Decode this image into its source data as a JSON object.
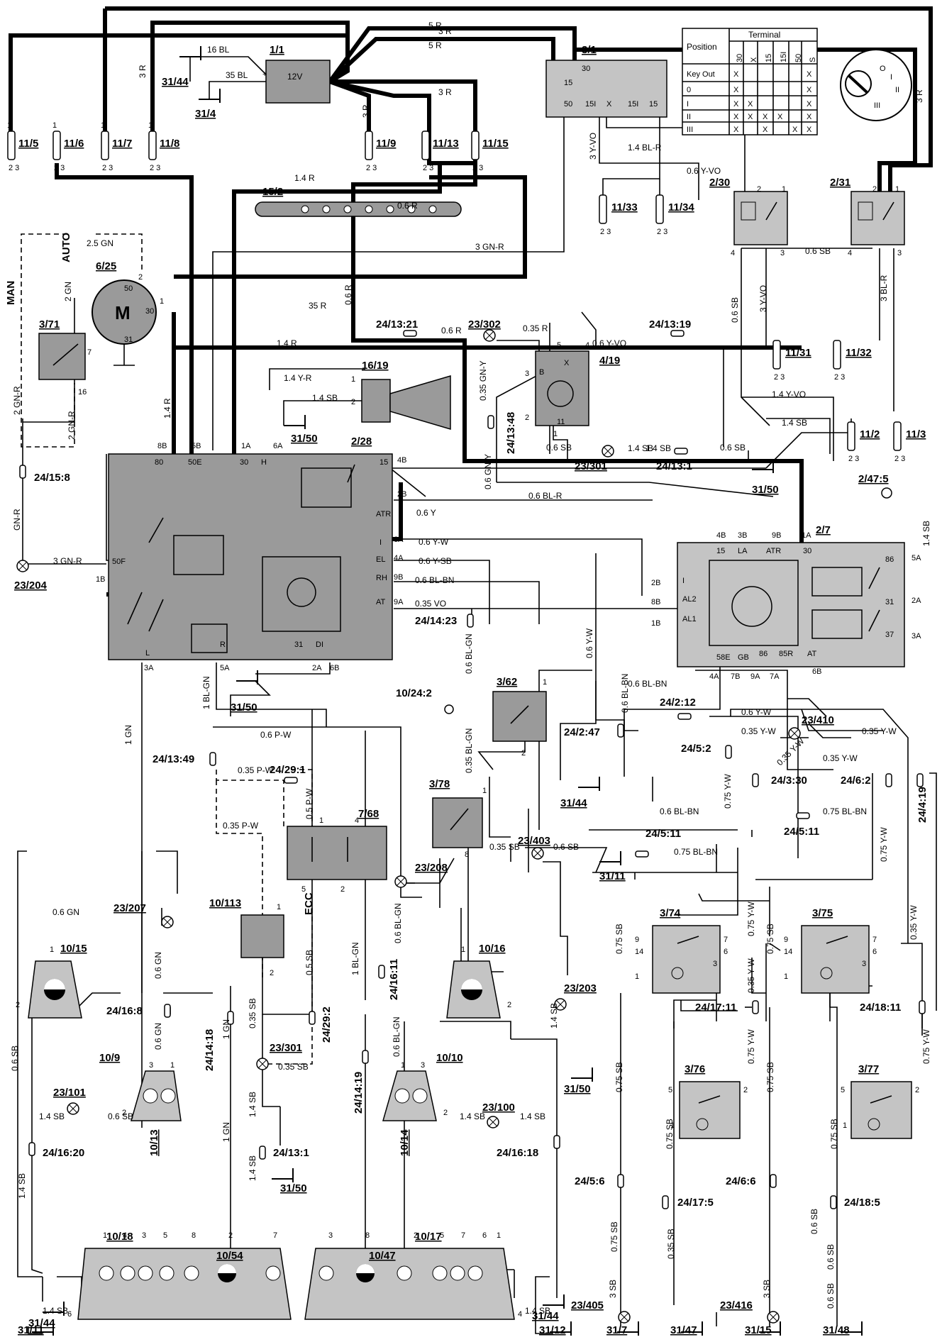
{
  "fuses": [
    "11/5",
    "11/6",
    "11/7",
    "11/8",
    "11/9",
    "11/13",
    "11/15",
    "11/33",
    "11/34",
    "11/31",
    "11/32",
    "11/2",
    "11/3"
  ],
  "components": {
    "battery": "1/1",
    "ignition_switch": "3/1",
    "starter_motor": "6/25",
    "switch_3_71": "3/71",
    "relay_2_30": "2/30",
    "relay_2_31": "2/31",
    "bus_15_2": "15/2",
    "horn": "16/19",
    "module_2_28": "2/28",
    "module_2_7": "2/7",
    "sensor_4_19": "4/19",
    "switch_3_62": "3/62",
    "switch_3_78": "3/78",
    "light_7_68": "7/68",
    "light_10_113": "10/113",
    "lamp_10_15": "10/15",
    "lamp_10_16": "10/16",
    "lamp_10_9": "10/9",
    "lamp_10_10": "10/10",
    "lamp_10_13": "10/13",
    "lamp_10_14": "10/14",
    "switch_3_74": "3/74",
    "switch_3_75": "3/75",
    "switch_3_76": "3/76",
    "switch_3_77": "3/77",
    "cluster_10_18": "10/18",
    "cluster_10_17": "10/17",
    "indicator_10_54": "10/54",
    "indicator_10_47": "10/47",
    "connector_2_47_5": "2/47:5"
  },
  "grounds": {
    "g31_44a": "31/44",
    "g31_4": "31/4",
    "g31_50a": "31/50",
    "g31_50b": "31/50",
    "g31_50c": "31/50",
    "g31_50d": "31/50",
    "g31_50e": "31/50",
    "g31_44b": "31/44",
    "g31_11a": "31/11",
    "g31_44c": "31/44",
    "g31_44d": "31/44",
    "g31_11b": "31/11",
    "g31_12": "31/12",
    "g31_7": "31/7",
    "g31_47": "31/47",
    "g31_15": "31/15",
    "g31_48": "31/48"
  },
  "splices": {
    "s23_302": "23/302",
    "s23_301a": "23/301",
    "s23_204": "23/204",
    "s23_410": "23/410",
    "s23_403": "23/403",
    "s23_208": "23/208",
    "s23_207": "23/207",
    "s23_203": "23/203",
    "s23_101": "23/101",
    "s23_301b": "23/301",
    "s23_100": "23/100",
    "s23_405": "23/405",
    "s23_416": "23/416"
  },
  "connectors": {
    "c24_13_21": "24/13:21",
    "c24_13_19": "24/13:19",
    "c24_13_48": "24/13:48",
    "c24_13_1a": "24/13:1",
    "c24_15_8": "24/15:8",
    "c24_14_23": "24/14:23",
    "c10_24_2": "10/24:2",
    "c24_2_12": "24/2:12",
    "c24_2_47": "24/2:47",
    "c24_5_2": "24/5:2",
    "c24_3_30": "24/3:30",
    "c24_6_2": "24/6:2",
    "c24_4_19": "24/4:19",
    "c24_5_11a": "24/5:11",
    "c24_5_11b": "24/5:11",
    "c24_13_49": "24/13:49",
    "c24_29_1": "24/29:1",
    "c24_29_2": "24/29:2",
    "c24_16_11": "24/16:11",
    "c24_16_8": "24/16:8",
    "c24_14_18": "24/14:18",
    "c24_14_19": "24/14:19",
    "c24_13_1b": "24/13:1",
    "c24_16_20": "24/16:20",
    "c24_16_18": "24/16:18",
    "c24_17_11": "24/17:11",
    "c24_18_11": "24/18:11",
    "c24_5_6": "24/5:6",
    "c24_6_6": "24/6:6",
    "c24_17_5": "24/17:5",
    "c24_18_5": "24/18:5"
  },
  "wire_labels": {
    "w16bl": "16 BL",
    "w35bl": "35 BL",
    "w3r_a": "3 R",
    "w3r_b": "3 R",
    "w3r_c": "3 R",
    "w3r_d": "3 R",
    "w3r_e": "3 R",
    "w5r_a": "5 R",
    "w5r_b": "5 R",
    "w14r_a": "1.4 R",
    "w14r_b": "1.4 R",
    "w14r_c": "1.4 R",
    "w06r_a": "0.6 R",
    "w06r_b": "0.6 R",
    "w06r_c": "0.6 R",
    "w3gnr": "3 GN-R",
    "w35r": "35 R",
    "w25gn": "2.5 GN",
    "w2gn": "2 GN",
    "w2gnr_a": "2 GN-R",
    "w2gnr_b": "2 GN-R",
    "wgnr_a": "GN-R",
    "wgnr_b": "3   GN-R",
    "w3yvo_a": "3 Y-VO",
    "w14blr": "1.4 BL-R",
    "w06yvo_a": "0.6 Y-VO",
    "w06yvo_b": "0.6 Y-VO",
    "w06sb_a": "0.6 SB",
    "w06sb_b": "0.6 SB",
    "w06sb_c": "0.6 SB",
    "w3yvo_b": "3 Y-VO",
    "w3blr": "3 BL-R",
    "w14yvo": "1.4 Y-VO",
    "w14sb_a": "1.4 SB",
    "w14sb_b": "1.4 SB",
    "w14sb_c": "1.4 SB",
    "w14sb_d": "1.4 SB",
    "w14yr": "1.4 Y-R",
    "w14sb_e": "1.4 SB",
    "w035r": "0.35 R",
    "w035gny": "0.35 GN-Y",
    "w06gny": "0.6 GN-Y",
    "w06sb_d": "0.6 SB",
    "w06blr": "0.6 BL-R",
    "w06y": "0.6 Y",
    "w06yw": "0.6  Y-W",
    "w06ysb": "0.6   Y-SB",
    "w06blbn": "0.6   BL-BN",
    "w035vo": "0.35  VO",
    "w06yw_b": "0.6 Y-W",
    "w06blbn_b": "0.6 BL-BN",
    "w06yw_c": "0.6 Y-W",
    "w035yw_a": "0.35 Y-W",
    "w035yw_b": "0.35 Y-W",
    "w035yw_c": "0.35 Y-W",
    "w035yw_d": "0.35 Y-W",
    "w075yw_a": "0.75 Y-W",
    "w075yw_b": "0.75 Y-W",
    "w06blbn_c": "0.6 BL-BN",
    "w075blbn_a": "0.75 BL-BN",
    "w075blbn_b": "0.75 BL-BN",
    "w1gn": "1 GN",
    "w1blgn": "1 BL-GN",
    "w06pw": "0.6 P-W",
    "w035pw_a": "0.35 P-W",
    "w035pw_b": "0.35 P-W",
    "w05pw": "0.5 P-W",
    "w06blgn_a": "0.6 BL-GN",
    "w035blgn": "0.35 BL-GN",
    "w06blbn_d": "0.6 BL-BN",
    "w035sb_a": "0.35 SB",
    "w06sb_e": "0.6 SB",
    "w06gn_a": "0.6 GN",
    "w06gn_b": "0.6 GN",
    "w06gn_c": "0.6 GN",
    "w05sb": "0.5 SB",
    "w035sb_b": "0.35 SB",
    "w035sb_c": "0.35 SB",
    "w14sb_f": "1.4 SB",
    "w14sb_g": "1.4 SB",
    "w06blgn_b": "0.6 BL-GN",
    "w06blgn_c": "0.6 BL-GN",
    "w1blgn_b": "1 BL-GN",
    "w1gn_b": "1 GN",
    "w1gn_c": "1 GN",
    "w06sb_f": "0.6 SB",
    "w14sb_h": "1.4 SB",
    "w06sb_g": "0.6 SB",
    "w14sb_i": "1.4 SB",
    "w14sb_j": "1.4 SB",
    "w14sb_k": "1.4 SB",
    "w14sb_l": "1.4 SB",
    "w075sb_a": "0.75 SB",
    "w075sb_b": "0.75 SB",
    "w075sb_c": "0.75 SB",
    "w075sb_d": "0.75 SB",
    "w075sb_e": "0.75 SB",
    "w075sb_f": "0.75 SB",
    "w075sb_g": "0.75 SB",
    "w035sb_d": "0.35 SB",
    "w3sb_a": "3 SB",
    "w3sb_b": "3 SB",
    "w06sb_h": "0.6 SB",
    "w06sb_i": "0.6 SB",
    "w075yw_c": "0.75 Y-W",
    "w035yw_e": "0.35 Y-W",
    "w075yw_d": "0.75 Y-W",
    "w075yw_e": "0.75 Y-W",
    "w035yw_f": "0.35 Y-W",
    "w14sb_m": "1.4 SB",
    "w14sb_n": "1.4 SB",
    "w06sb_j": "0.6 SB"
  },
  "labels": {
    "man": "MAN",
    "auto": "AUTO",
    "ecc": "ECC",
    "motor": "M",
    "battery_v": "12V"
  },
  "key_table": {
    "position_header": "Position",
    "terminal_header": "Terminal",
    "columns": [
      "30",
      "X",
      "15",
      "15I",
      "50",
      "S"
    ],
    "rows": [
      {
        "pos": "Key Out",
        "marks": [
          "X",
          "",
          "",
          "",
          "",
          "X"
        ]
      },
      {
        "pos": "0",
        "marks": [
          "X",
          "",
          "",
          "",
          "",
          "X"
        ]
      },
      {
        "pos": "I",
        "marks": [
          "X",
          "X",
          "",
          "",
          "",
          "X"
        ]
      },
      {
        "pos": "II",
        "marks": [
          "X",
          "X",
          "X",
          "X",
          "",
          "X"
        ]
      },
      {
        "pos": "III",
        "marks": [
          "X",
          "",
          "X",
          "",
          "X",
          "X"
        ]
      }
    ]
  },
  "terminals_2_28": [
    "8B",
    "5B",
    "1A",
    "6A",
    "4B",
    "2B",
    "3A",
    "5A",
    "2A",
    "6B",
    "1B",
    "80",
    "50E",
    "30",
    "H",
    "15",
    "ATR",
    "EL",
    "RH",
    "AT",
    "50F",
    "L",
    "R",
    "31",
    "DI"
  ],
  "terminals_2_7": [
    "4B",
    "3B",
    "9B",
    "1A",
    "2B",
    "8B",
    "1B",
    "5A",
    "2A",
    "3A",
    "4A",
    "7B",
    "9A",
    "7A",
    "6B",
    "15",
    "LA",
    "ATR",
    "30",
    "86",
    "31",
    "37",
    "AL2",
    "AL1",
    "58E",
    "GB",
    "86",
    "85R",
    "AT"
  ]
}
